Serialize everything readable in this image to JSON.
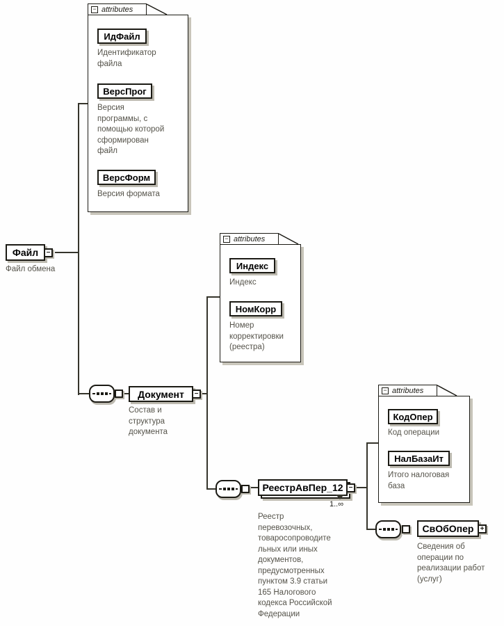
{
  "colors": {
    "line": "#35342b",
    "box_border": "#1b1a14",
    "description_text": "#55534a",
    "shadow": "#bdbab0",
    "background": "#ffffff"
  },
  "icons": {
    "collapse": "−",
    "expand": "+"
  },
  "attributes_header": "attributes",
  "file": {
    "label": "Файл",
    "desc": "Файл обмена"
  },
  "file_attrs": {
    "idfile": {
      "label": "ИдФайл",
      "desc": "Идентификатор файла"
    },
    "versprog": {
      "label": "ВерсПрог",
      "desc": "Версия программы, с помощью которой сформирован файл"
    },
    "versform": {
      "label": "ВерсФорм",
      "desc": "Версия формата"
    }
  },
  "document": {
    "label": "Документ",
    "desc": "Состав и структура документа"
  },
  "document_attrs": {
    "index": {
      "label": "Индекс",
      "desc": "Индекс"
    },
    "nomkorr": {
      "label": "НомКорр",
      "desc": "Номер корректировки (реестра)"
    }
  },
  "registry": {
    "label": "РеестрАвПер_12",
    "cardinality": "1..∞",
    "desc": "Реестр перевозочных, товаросопроводительных или иных документов, предусмотренных пунктом 3.9 статьи 165 Налогового кодекса Российской Федерации"
  },
  "registry_attrs": {
    "kodoper": {
      "label": "КодОпер",
      "desc": "Код операции"
    },
    "nalbazait": {
      "label": "НалБазаИт",
      "desc": "Итого налоговая база"
    }
  },
  "svoboper": {
    "label": "СвОбОпер",
    "desc": "Сведения об операции по реализации работ (услуг)"
  }
}
